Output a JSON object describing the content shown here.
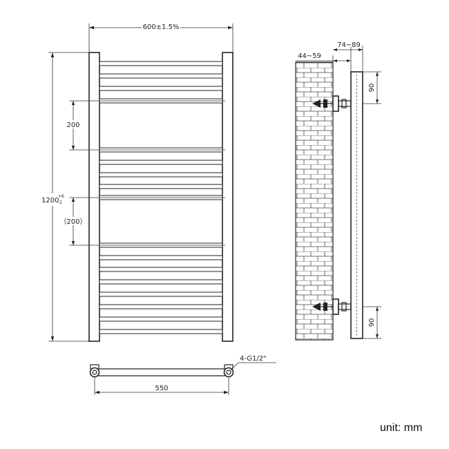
{
  "dimensions": {
    "overall_width": "600±1.5%",
    "height_main": "1200",
    "height_tol_sup": "+6",
    "height_tol_sub": "-2",
    "gap_1": "200",
    "gap_2": "（200）",
    "wall_distance": "44~59",
    "depth": "74~89",
    "bracket_top": "90",
    "bracket_bottom": "90",
    "center_distance": "550",
    "connection": "4-G1/2\""
  },
  "unit_label": "unit: mm"
}
